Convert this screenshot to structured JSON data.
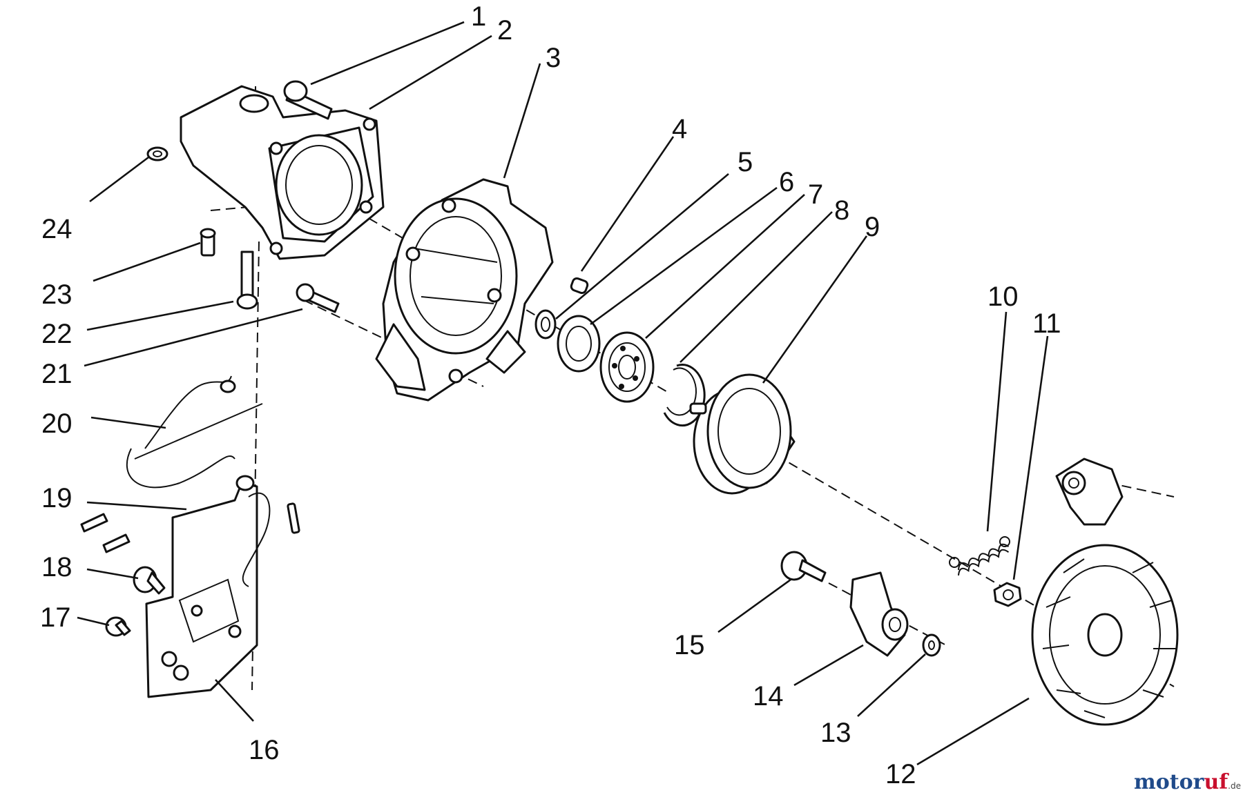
{
  "callouts": {
    "c1": "1",
    "c2": "2",
    "c3": "3",
    "c4": "4",
    "c5": "5",
    "c6": "6",
    "c7": "7",
    "c8": "8",
    "c9": "9",
    "c10": "10",
    "c11": "11",
    "c12": "12",
    "c13": "13",
    "c14": "14",
    "c15": "15",
    "c16": "16",
    "c17": "17",
    "c18": "18",
    "c19": "19",
    "c20": "20",
    "c21": "21",
    "c22": "22",
    "c23": "23",
    "c24": "24"
  },
  "watermark": {
    "motor": "motor",
    "uf": "uf",
    "suffix": ".de"
  }
}
